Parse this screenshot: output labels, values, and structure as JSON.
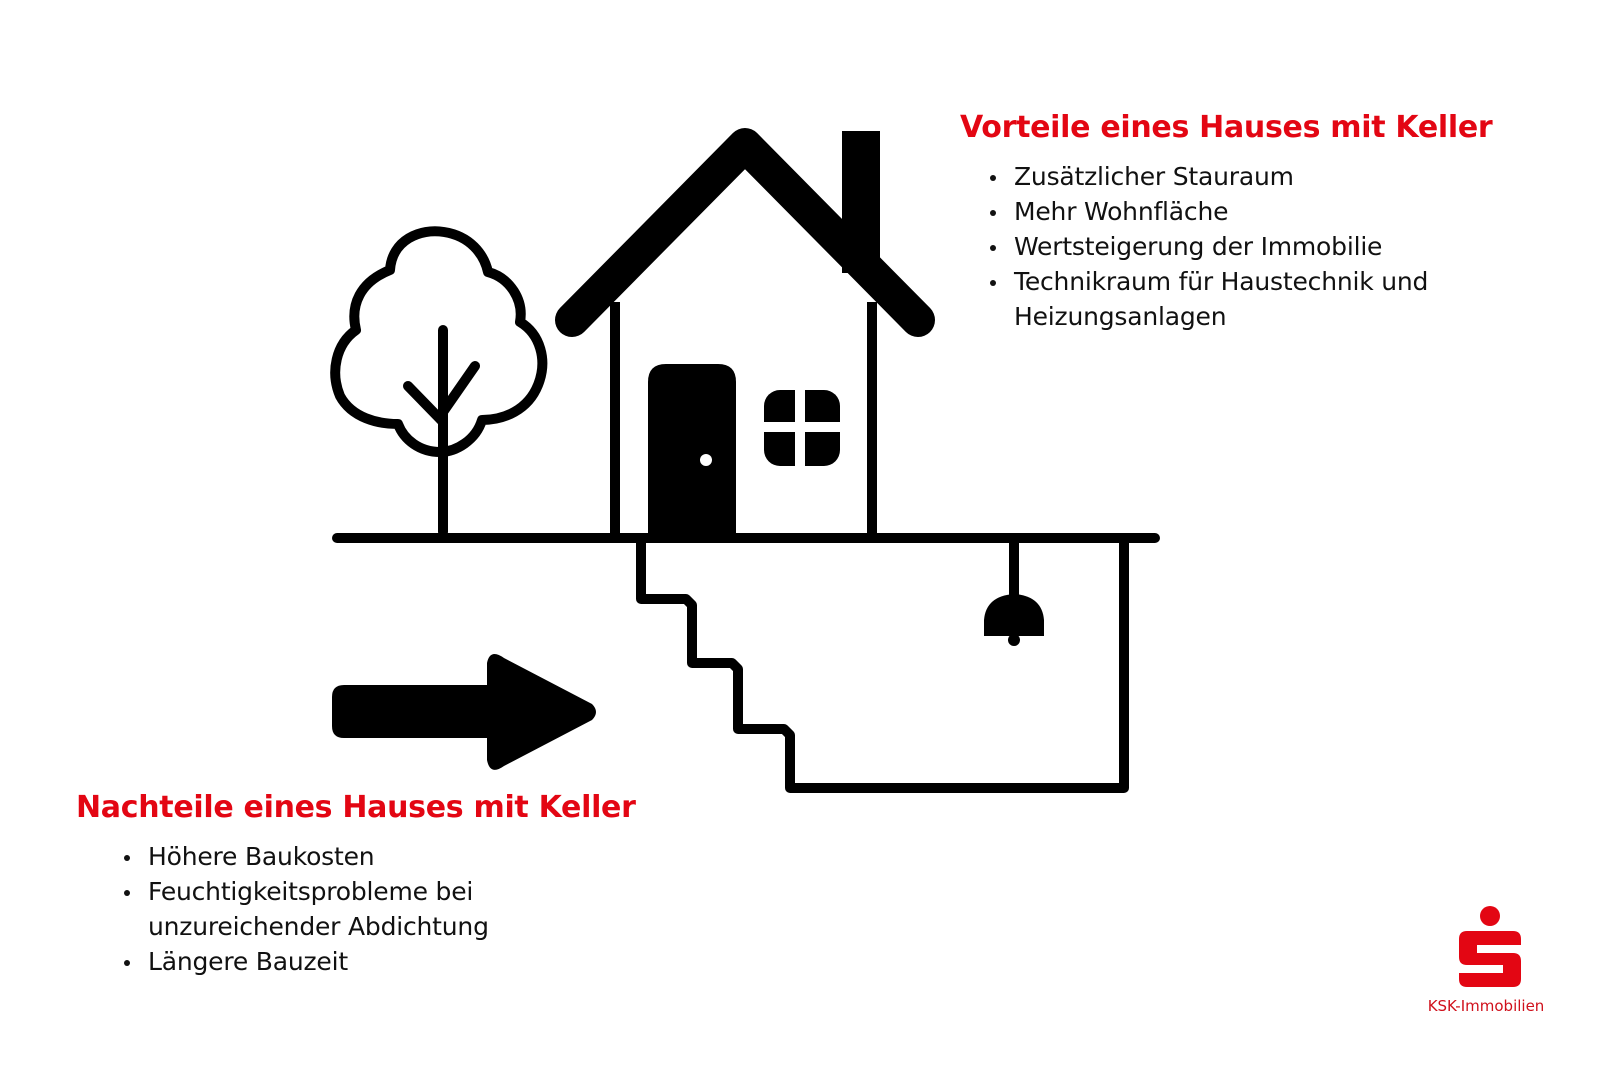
{
  "pros": {
    "title": "Vorteile eines Hauses mit Keller",
    "items": [
      "Zusätzlicher Stauraum",
      "Mehr Wohnfläche",
      "Wertsteigerung der Immobilie",
      "Technikraum für Haustechnik und Heizungsanlagen"
    ]
  },
  "cons": {
    "title": "Nachteile eines Hauses mit Keller",
    "items": [
      "Höhere Baukosten",
      "Feuchtigkeitsprobleme bei unzureichender Abdichtung",
      "Längere Bauzeit"
    ]
  },
  "logo": {
    "icon": "sparkasse-s-icon",
    "text": "KSK-Immobilien"
  },
  "illustration": {
    "icons": [
      "tree-icon",
      "house-icon",
      "chimney-icon",
      "door-icon",
      "window-icon",
      "basement-stairs-icon",
      "ceiling-lamp-icon",
      "arrow-right-icon"
    ]
  },
  "colors": {
    "accent_red": "#e30613",
    "text": "#111111",
    "line": "#000000",
    "background": "#ffffff"
  }
}
